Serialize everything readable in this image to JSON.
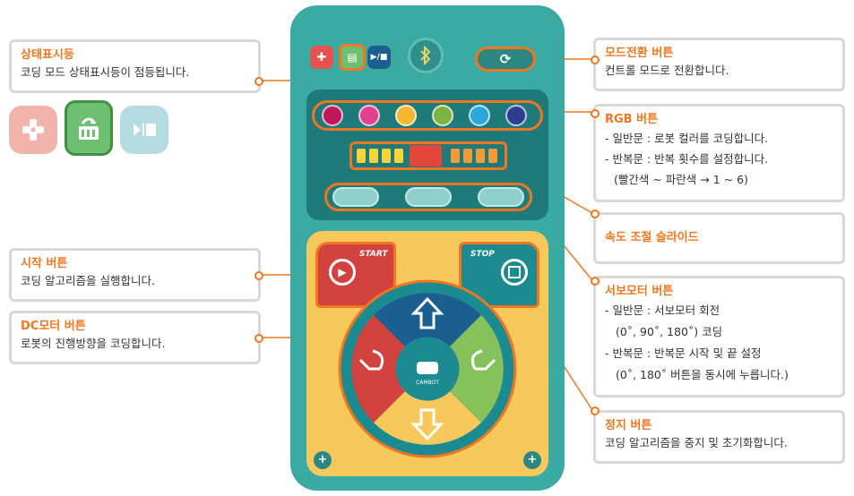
{
  "callouts": {
    "status": {
      "title": "상태표시등",
      "desc": "코딩 모드 상태표시등이 점등됩니다."
    },
    "start": {
      "title": "시작 버튼",
      "desc": "코딩 알고리즘을 실행합니다."
    },
    "dc": {
      "title": "DC모터 버튼",
      "desc": "로봇의 진행방향을 코딩합니다."
    },
    "mode": {
      "title": "모드전환 버튼",
      "desc": "컨트롤 모드로 전환합니다."
    },
    "rgb": {
      "title": "RGB 버튼",
      "line1": "- 일반문 : 로봇 컬러를 코딩합니다.",
      "line2": "- 반복문 : 반복 횟수를 설정합니다.",
      "line3": "(빨간색 ~ 파란색 → 1 ~ 6)"
    },
    "speed": {
      "title": "속도 조절 슬라이드"
    },
    "servo": {
      "title": "서보모터 버튼",
      "line1": "- 일반문 : 서보모터 회전",
      "line2": "(0˚, 90˚, 180˚) 코딩",
      "line3": "- 반복문 : 반복문 시작 및 끝 설정",
      "line4": "(0˚, 180˚ 버튼을 동시에 누릅니다.)"
    },
    "stop": {
      "title": "정지 버튼",
      "desc": "코딩 알고리즘을 중지 및 초기화합니다."
    }
  },
  "remote": {
    "start_label": "START",
    "stop_label": "STOP",
    "center_label": "CAMBOT",
    "bluetooth_icon": "bluetooth-icon",
    "mode_icon": "refresh-icon",
    "led_colors": [
      "#c0185a",
      "#e2418f",
      "#f5b630",
      "#7cb342",
      "#2aa7de",
      "#2c3e8f"
    ],
    "speed_colors": [
      "#f8d23a",
      "#f8d23a",
      "#f8d23a",
      "#f8d23a",
      "#e2453a",
      "#f39a3a",
      "#f39a3a",
      "#f39a3a",
      "#f39a3a"
    ],
    "status_icons": [
      "gamepad-icon",
      "coding-icon",
      "play-stop-icon"
    ]
  },
  "colors": {
    "accent": "#f0771f",
    "teal": "#3aaaa3",
    "yellow": "#f7c85c",
    "red": "#d2433f",
    "navy": "#1b5f91",
    "green": "#86c15b"
  }
}
